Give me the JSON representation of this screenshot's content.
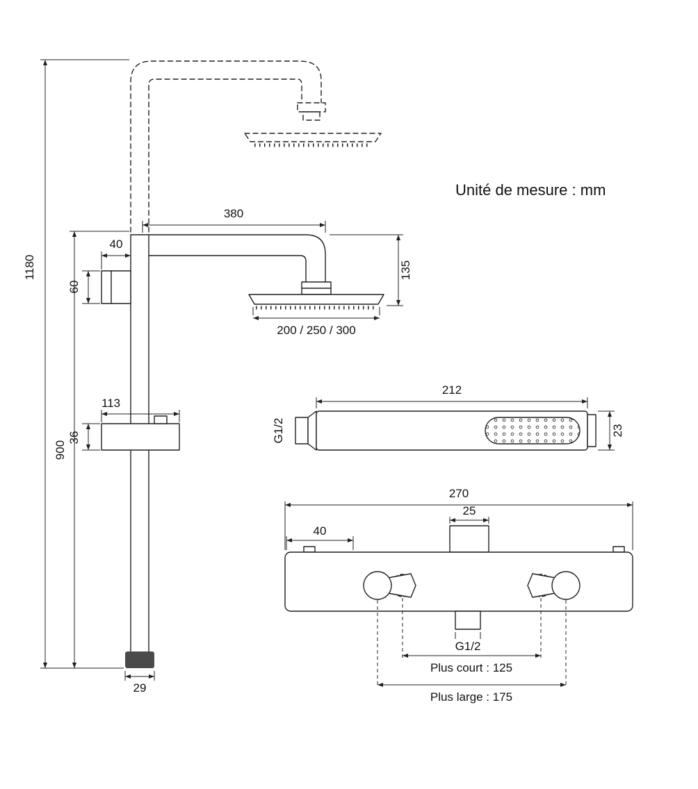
{
  "note": {
    "units": "Unité de mesure : mm"
  },
  "riser": {
    "dim_overall_height": "1180",
    "dim_rail_height": "900",
    "dim_arm_length": "380",
    "dim_wall_bracket_width": "40",
    "dim_wall_bracket_height": "60",
    "dim_head_drop": "135",
    "dim_head_diameters": "200 / 250 / 300",
    "dim_slider_width": "113",
    "dim_slider_height": "36",
    "dim_base_cap_width": "29"
  },
  "handshower": {
    "dim_length": "212",
    "dim_diameter": "23",
    "thread": "G1/2"
  },
  "mixer": {
    "dim_body_width": "270",
    "dim_top_inlet_width": "25",
    "dim_left_offset": "40",
    "outlet_thread": "G1/2",
    "dim_centers_short": "Plus court : 125",
    "dim_centers_wide": "Plus large : 175"
  }
}
